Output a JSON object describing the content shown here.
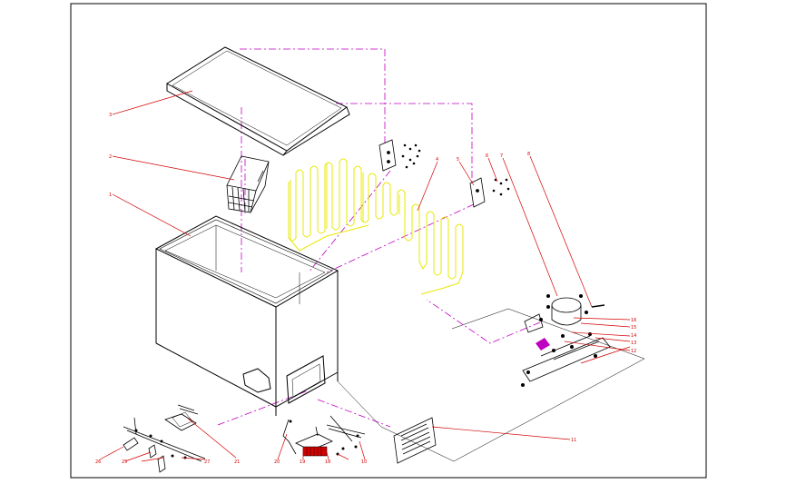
{
  "diagram": {
    "colors": {
      "frame": "#000000",
      "body": "#000000",
      "leader": "#d40000",
      "coil": "#e8e800",
      "dashdot": "#c000c0",
      "accent": "#c000c0"
    },
    "callouts": {
      "lid": "3",
      "basket": "2",
      "cabinet": "1",
      "evaporator": "4",
      "bracket_left": "5",
      "bracket_right": "6",
      "compressor_a": "7",
      "compressor_b": "8",
      "rc_1": "16",
      "rc_2": "15",
      "rc_3": "14",
      "rc_4": "13",
      "rc_5": "12",
      "grille": "11",
      "b1": "26",
      "b2": "25",
      "b3": "27",
      "b4": "21",
      "b5": "20",
      "b6": "19",
      "b7": "18",
      "b8": "10"
    }
  }
}
